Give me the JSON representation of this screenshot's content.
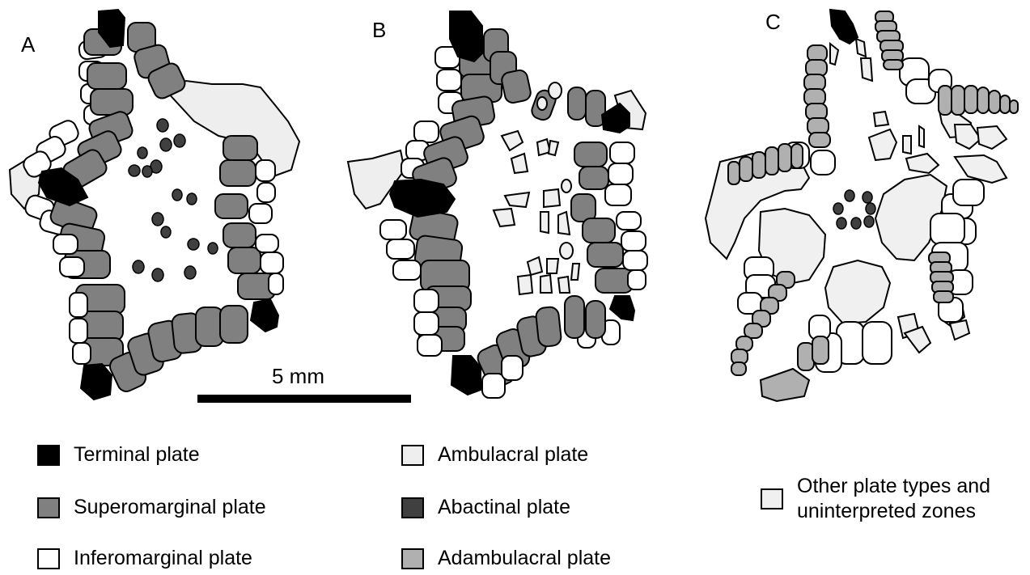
{
  "panels": {
    "a": "A",
    "b": "B",
    "c": "C"
  },
  "scale_bar": {
    "label": "5 mm"
  },
  "colors": {
    "terminal": "#000000",
    "superomarginal": "#808080",
    "inferomarginal": "#ffffff",
    "ambulacral": "#eeeeee",
    "abactinal": "#404040",
    "adambulacral": "#b0b0b0",
    "other": "#f0f0f0"
  },
  "legend": {
    "terminal": "Terminal plate",
    "superomarginal": "Superomarginal plate",
    "inferomarginal": "Inferomarginal plate",
    "ambulacral": "Ambulacral plate",
    "abactinal": "Abactinal plate",
    "adambulacral": "Adambulacral plate",
    "other_line1": "Other plate types and",
    "other_line2": "uninterpreted zones"
  }
}
